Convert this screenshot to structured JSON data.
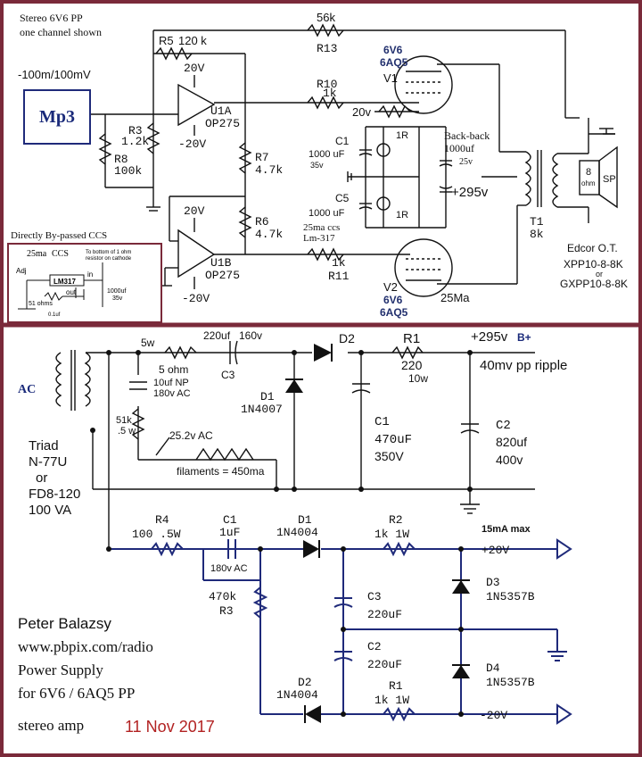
{
  "header": {
    "title_line1": "Stereo 6V6 PP",
    "title_line2": "one channel shown"
  },
  "amp": {
    "input_label": "-100m/100mV",
    "mp3_label": "Mp3",
    "r5_label": "R5",
    "r5_value": "120 k",
    "r13_value": "56k",
    "r13_label": "R13",
    "tube_top_type1": "6V6",
    "tube_top_type2": "6AQ5",
    "v1_label": "V1",
    "r10_label": "R10",
    "r10_value": "1k",
    "u1a_label": "U1A",
    "u1a_part": "OP275",
    "plus20_a": "20V",
    "minus20_a": "-20V",
    "r3_label": "R3",
    "r3_value": "1.2k",
    "r8_label": "R8",
    "r8_value": "100k",
    "r7_label": "R7",
    "r7_value": "4.7k",
    "r6_label": "R6",
    "r6_value": "4.7k",
    "plus20_b": "20V",
    "minus20_b": "-20V",
    "u1b_label": "U1B",
    "u1b_part": "OP275",
    "pot_label": "20v",
    "r_1r_top": "1R",
    "r_1r_bot": "1R",
    "c1_label": "C1",
    "c1_value": "1000 uF",
    "c1_voltage": "35v",
    "c5_label": "C5",
    "c5_value": "1000 uF",
    "ccs_label1": "25ma ccs",
    "ccs_label2": "Lm-317",
    "back_label": "Back-back",
    "back_value": "1000uf",
    "back_voltage": "25v",
    "b_plus": "+295v",
    "r11_value": "1k",
    "r11_label": "R11",
    "v2_label": "V2",
    "tube_bot_type1": "6V6",
    "tube_bot_type2": "6AQ5",
    "current_label": "25Ma",
    "t1_label": "T1",
    "t1_value": "8k",
    "speaker_ohm1": "8",
    "speaker_ohm2": "ohm",
    "speaker_label": "SP",
    "ot_line1": "Edcor O.T.",
    "ot_line2": "XPP10-8-8K",
    "ot_line3": "or",
    "ot_line4": "GXPP10-8-8K"
  },
  "ccs_inset": {
    "title": "Directly By-passed CCS",
    "ccs_label": "25ma",
    "ccs_word": "CCS",
    "note_line1": "To bottom of 1 ohm",
    "note_line2": "resistor on cathode",
    "adj": "Adj",
    "ic": "LM317",
    "in": "in",
    "out": "out",
    "cap": "1000uf",
    "cap_v": "35v",
    "res": "51 ohms",
    "small_cap": "0.1uf"
  },
  "psu": {
    "ac_label": "AC",
    "tx_line1": "Triad",
    "tx_line2": "N-77U",
    "tx_line3": "or",
    "tx_line4": "FD8-120",
    "tx_line5": "100 VA",
    "r5w": "5w",
    "r5ohm": "5 ohm",
    "c3_value": "220uf",
    "c3_voltage": "160v",
    "c3_label": "C3",
    "np_value": "10uf NP",
    "np_voltage": "180v AC",
    "r51k": "51k",
    "r51k_w": ".5 w",
    "fil_ac": "25.2v AC",
    "filaments": "filaments = 450ma",
    "d1_label": "D1",
    "d1_part": "1N4007",
    "d2_label": "D2",
    "r1_label": "R1",
    "r1_value": "220",
    "r1_watt": "10w",
    "hv_out": "+295v",
    "hv_bplus": "B+",
    "ripple": "40mv pp ripple",
    "c1_label": "C1",
    "c1_value": "470uF",
    "c1_voltage": "350V",
    "c2_label": "C2",
    "c2_value": "820uf",
    "c2_voltage": "400v",
    "r4_label": "R4",
    "r4_value": "100 .5W",
    "lc1_label": "C1",
    "lc1_value": "1uF",
    "ld1_label": "D1",
    "ld1_part": "1N4004",
    "lr2_label": "R2",
    "lr2_value": "1k 1W",
    "max_current": "15mA max",
    "plus20": "+20V",
    "ac180": "180v AC",
    "r3_value": "470k",
    "r3_label": "R3",
    "lc3_label": "C3",
    "lc3_value": "220uF",
    "d3_label": "D3",
    "d3_part": "1N5357B",
    "lc2_label": "C2",
    "lc2_value": "220uF",
    "d4_label": "D4",
    "d4_part": "1N5357B",
    "ld2_label": "D2",
    "ld2_part": "1N4004",
    "lr1_label": "R1",
    "lr1_value": "1k 1W",
    "minus20": "-20V"
  },
  "credits": {
    "name": "Peter Balazsy",
    "url": "www.pbpix.com/radio",
    "line3": "Power Supply",
    "line4": "for 6V6 / 6AQ5 PP",
    "line5": "stereo amp",
    "date": "11 Nov 2017"
  }
}
